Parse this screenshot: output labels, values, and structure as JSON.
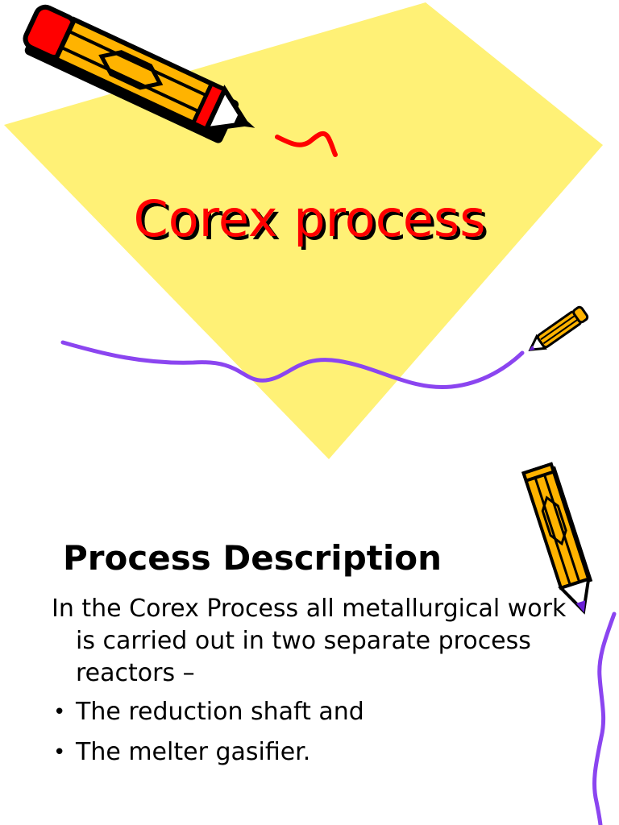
{
  "slide": {
    "title": "Corex process",
    "colors": {
      "diamond": "#fff176",
      "title_text": "#ff0000",
      "title_shadow": "#000000",
      "squiggle_purple": "#8b45f0",
      "squiggle_red": "#ff0000",
      "pencil_body": "#ffb300",
      "pencil_cap": "#ff0000"
    },
    "decorations": {
      "large_pencil_icon": "pencil-icon",
      "small_pencil_icon": "pencil-icon",
      "vertical_pencil_icon": "pencil-icon"
    }
  },
  "content": {
    "heading": "Process Description",
    "intro": "In the Corex Process all metallurgical work is carried out in two separate process reactors –",
    "bullet_symbol": "•",
    "bullets": [
      "The reduction shaft and",
      "The melter gasifier."
    ]
  }
}
